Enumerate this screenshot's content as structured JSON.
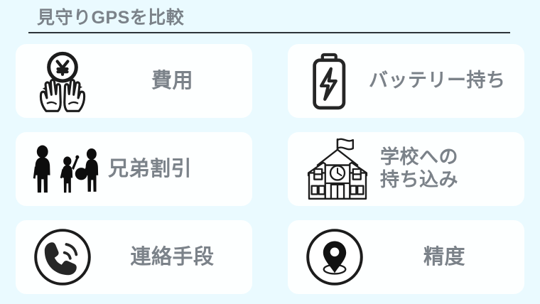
{
  "header": {
    "title": "見守りGPSを比較",
    "rule_color": "#2d3338",
    "title_color": "#7b8289"
  },
  "theme": {
    "page_background": "#eafaff",
    "card_background": "#fdffff",
    "label_color": "#7b8289",
    "icon_color": "#1c1c1c"
  },
  "cards": [
    {
      "id": "cost",
      "icon": "yen-coin-hands-icon",
      "label": "費用"
    },
    {
      "id": "battery-life",
      "icon": "battery-bolt-icon",
      "label": "バッテリー持ち"
    },
    {
      "id": "sibling-discount",
      "icon": "three-children-icon",
      "label": "兄弟割引"
    },
    {
      "id": "school-carry-in",
      "icon": "school-building-icon",
      "label": "学校への\n持ち込み"
    },
    {
      "id": "contact-method",
      "icon": "phone-circle-icon",
      "label": "連絡手段"
    },
    {
      "id": "accuracy",
      "icon": "location-pin-circle-icon",
      "label": "精度"
    }
  ]
}
